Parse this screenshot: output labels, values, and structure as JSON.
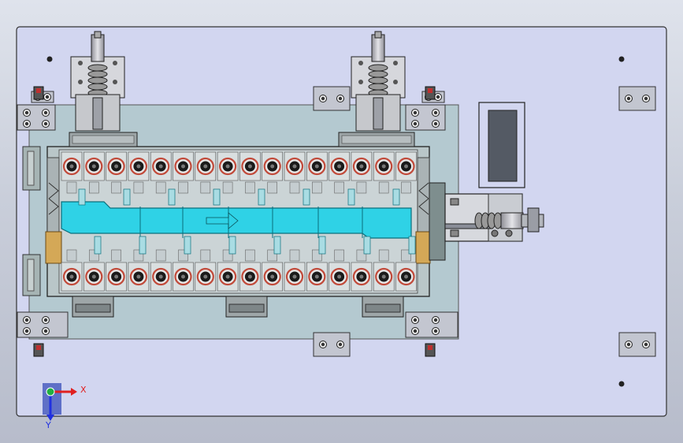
{
  "viewport": {
    "name": "cad-graphics-area"
  },
  "model": {
    "name": "battery-module-fixture",
    "colors": {
      "baseplate": "#d2d6f0",
      "translucent_plate": "#a9c4c6",
      "busbar": "#2fd2e6",
      "cell_terminal": "#1a1a1a",
      "cell_ring": "#c14a3a",
      "wood_block": "#d4a857",
      "toggle_clamp": "#c0c0c4",
      "window_dark": "#545a64",
      "steel": "#a8aab0"
    },
    "cells_per_row": 16,
    "rows": 2
  },
  "triad": {
    "x_label": "X",
    "y_label": "Y",
    "x_color": "#e02020",
    "y_color": "#2030e0",
    "origin_color": "#20b040"
  }
}
